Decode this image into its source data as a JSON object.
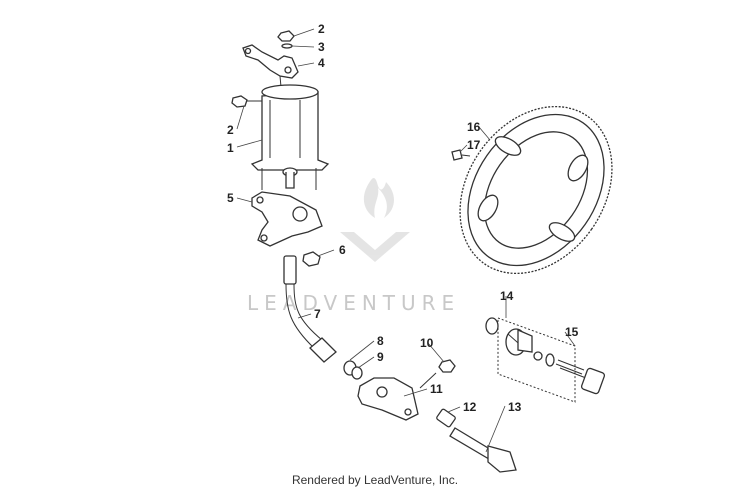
{
  "callouts": {
    "c2_top": "2",
    "c3": "3",
    "c4": "4",
    "c2_mid": "2",
    "c1": "1",
    "c16": "16",
    "c17": "17",
    "c5": "5",
    "c6": "6",
    "c14": "14",
    "c15": "15",
    "c7": "7",
    "c8": "8",
    "c9": "9",
    "c10": "10",
    "c11": "11",
    "c12": "12",
    "c13": "13"
  },
  "watermark": {
    "text": "LEADVENTURE"
  },
  "footer": {
    "text": "Rendered by LeadVenture, Inc."
  }
}
